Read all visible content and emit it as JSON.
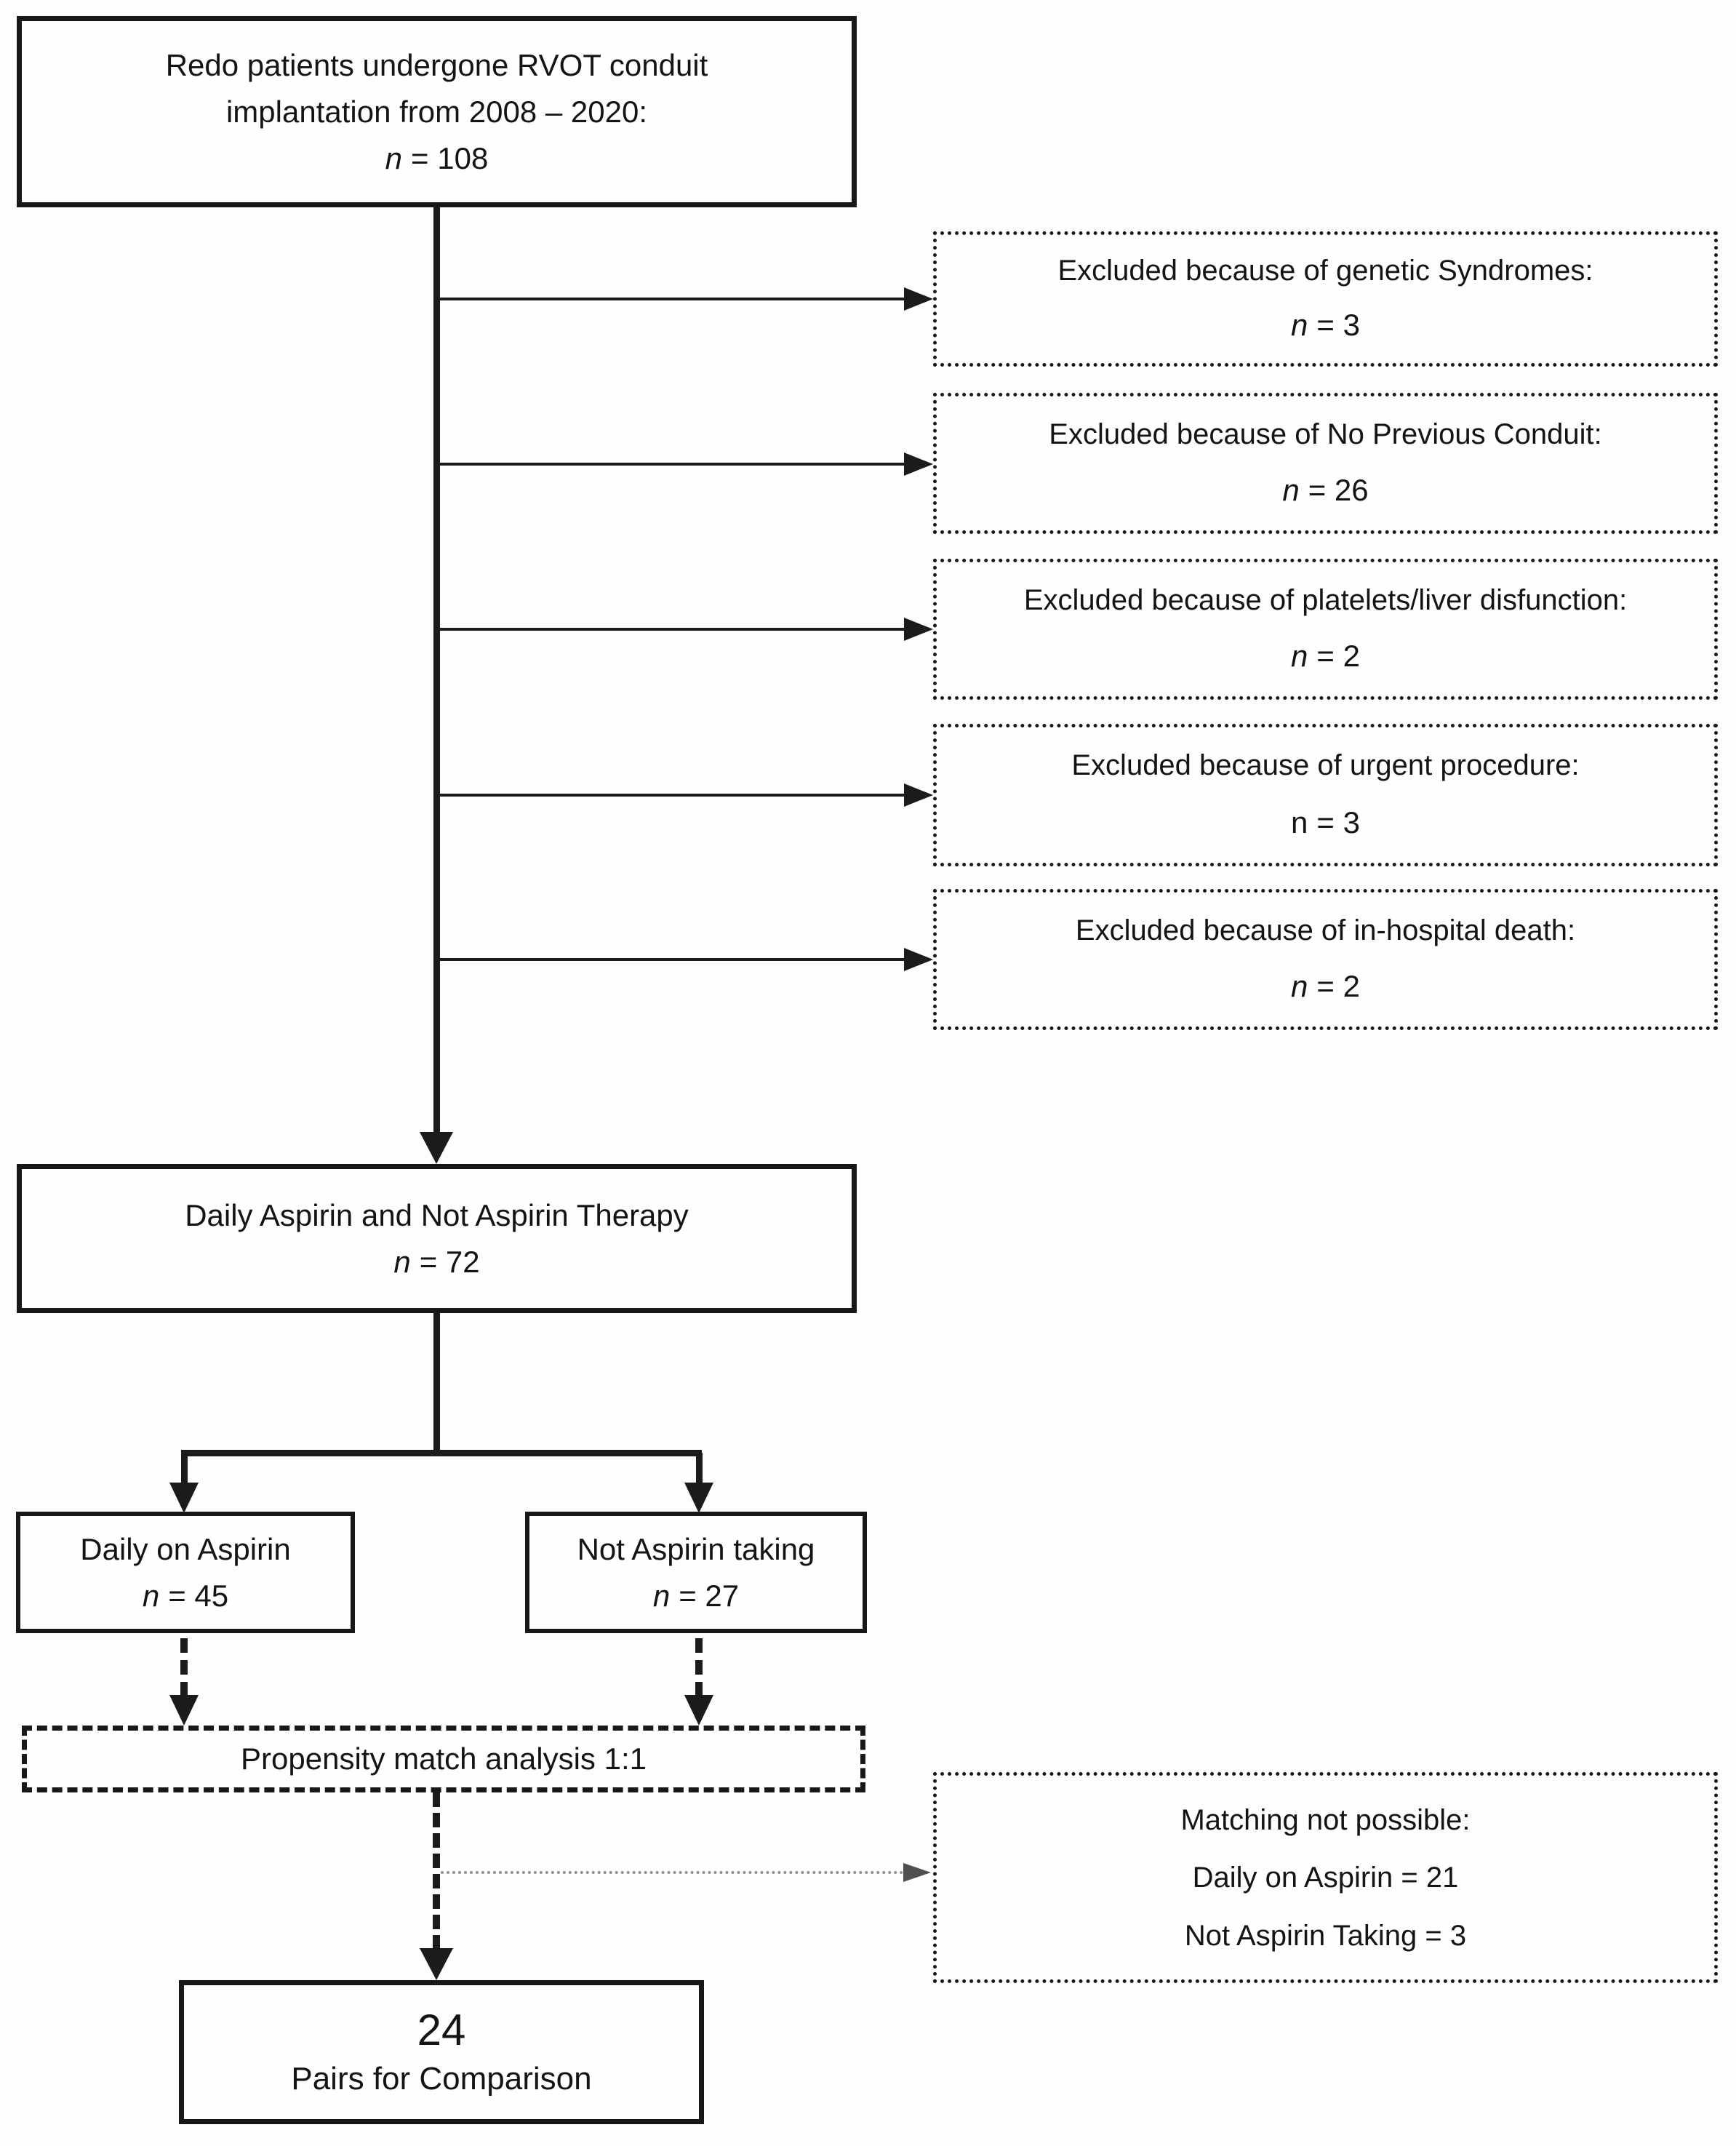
{
  "title_box": {
    "line1": "Redo patients undergone RVOT conduit",
    "line2": "implantation from 2008 – 2020:",
    "n": "n",
    "count": "= 108",
    "n_style": "italic"
  },
  "exclusions": [
    {
      "label": "Excluded because of genetic Syndromes:",
      "n": "n",
      "count": "= 3",
      "n_style": "italic"
    },
    {
      "label": "Excluded because of No Previous Conduit:",
      "n": "n",
      "count": "= 26",
      "n_style": "italic"
    },
    {
      "label": "Excluded because of platelets/liver disfunction:",
      "n": "n",
      "count": "= 2",
      "n_style": "italic"
    },
    {
      "label": "Excluded because of urgent procedure:",
      "n": "n",
      "count": "= 3",
      "n_style": "normal"
    },
    {
      "label": "Excluded because of in-hospital death:",
      "n": "n",
      "count": "= 2",
      "n_style": "italic"
    }
  ],
  "therapy_box": {
    "line1": "Daily Aspirin and Not Aspirin Therapy",
    "n": "n",
    "count": "= 72",
    "n_style": "italic"
  },
  "aspirin_box": {
    "line1": "Daily on Aspirin",
    "n": "n",
    "count": "= 45",
    "n_style": "italic"
  },
  "no_aspirin_box": {
    "line1": "Not Aspirin taking",
    "n": "n",
    "count": "= 27",
    "n_style": "italic"
  },
  "propensity_box": {
    "label": "Propensity match analysis 1:1"
  },
  "matching_box": {
    "line1": "Matching not possible:",
    "line2": "Daily on Aspirin = 21",
    "line3": "Not Aspirin Taking = 3"
  },
  "result_box": {
    "value": "24",
    "label": "Pairs for Comparison"
  },
  "colors": {
    "ink": "#181818",
    "gray_connector": "#8f8f8f",
    "background": "#fbfdfe"
  }
}
